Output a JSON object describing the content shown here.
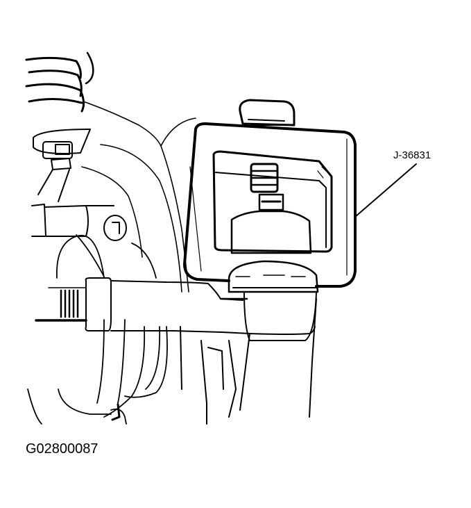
{
  "figure": {
    "type": "technical-line-illustration",
    "subject": "tie rod end separator tool installed on steering knuckle",
    "callouts": [
      {
        "id": "tool",
        "label": "J-36831",
        "points_to": "tie-rod-end-puller"
      }
    ],
    "figure_id": "G02800087",
    "colors": {
      "line": "#000000",
      "background": "#ffffff"
    }
  }
}
